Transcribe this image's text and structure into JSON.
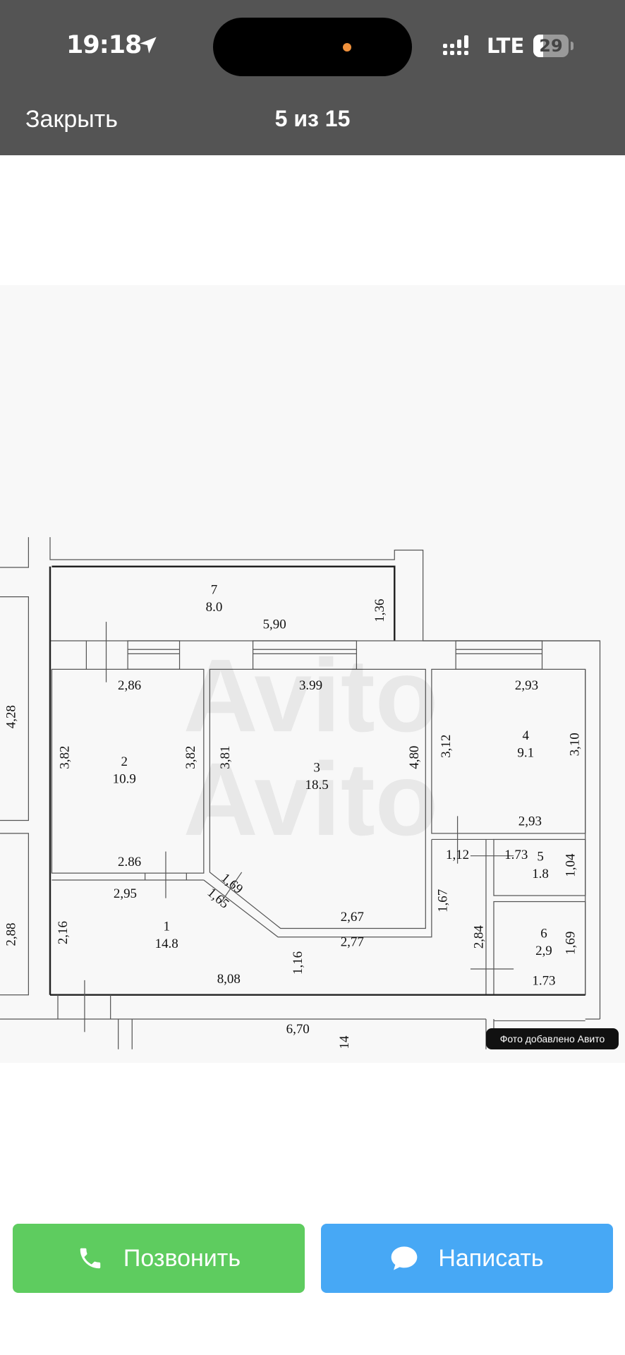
{
  "status_bar": {
    "time": "19:18",
    "network": "LTE",
    "battery": "29"
  },
  "header": {
    "close_label": "Закрыть",
    "counter": "5 из 15"
  },
  "plan": {
    "rooms": [
      {
        "number": "7",
        "area": "8.0"
      },
      {
        "number": "2",
        "area": "10.9"
      },
      {
        "number": "3",
        "area": "18.5"
      },
      {
        "number": "4",
        "area": "9.1"
      },
      {
        "number": "5",
        "area": "1.8"
      },
      {
        "number": "1",
        "area": "14.8"
      },
      {
        "number": "6",
        "area": "2,9"
      }
    ],
    "dims": [
      "5,90",
      "1,36",
      "2,86",
      "3.99",
      "2,93",
      "4,28",
      "3,82",
      "3,82",
      "3,81",
      "4,80",
      "3,12",
      "3,10",
      "2,93",
      "2.86",
      "2,95",
      "1,69",
      "1,65",
      "1,12",
      "1.73",
      "1,04",
      "2,88",
      "2,16",
      "1,16",
      "2,67",
      "2,77",
      "1,67",
      "2,84",
      "1,69",
      "1.73",
      "8,08",
      "6,70",
      "14"
    ]
  },
  "badge": "Фото добавлено Авито",
  "actions": {
    "call_label": "Позвонить",
    "message_label": "Написать"
  },
  "colors": {
    "call": "#5ecc5f",
    "message": "#47a8f5",
    "header": "#545454"
  }
}
